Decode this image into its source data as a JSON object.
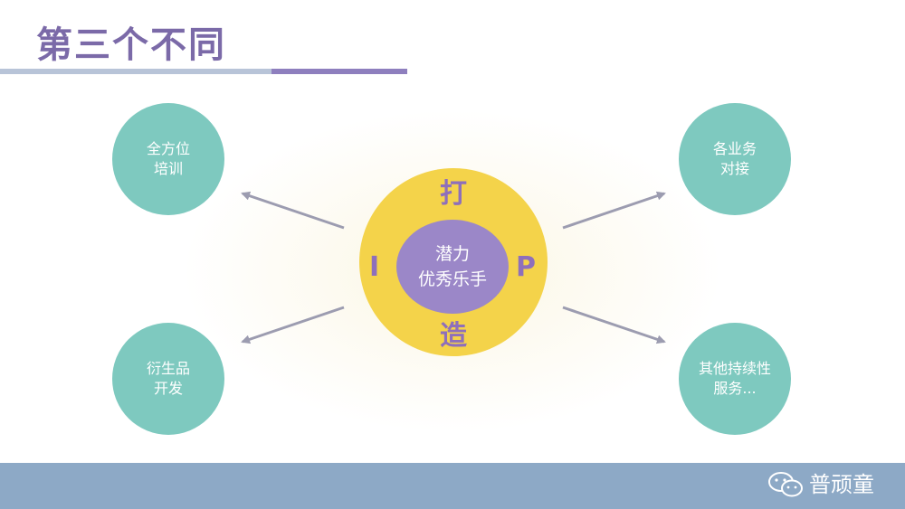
{
  "title": "第三个不同",
  "center": {
    "top": "打",
    "bottom": "造",
    "left": "I",
    "right": "P",
    "inner_line1": "潜力",
    "inner_line2": "优秀乐手"
  },
  "nodes": {
    "top_left": {
      "line1": "全方位",
      "line2": "培训"
    },
    "bottom_left": {
      "line1": "衍生品",
      "line2": "开发"
    },
    "top_right": {
      "line1": "各业务",
      "line2": "对接"
    },
    "bottom_right": {
      "line1": "其他持续性",
      "line2": "服务..."
    }
  },
  "footer": {
    "brand": "普顽童",
    "icon": "wechat-icon"
  },
  "colors": {
    "title": "#7b6aa8",
    "node": "#7ec9bf",
    "outer_ring": "#f4d34a",
    "inner_circle": "#9b87c8",
    "footer": "#8da9c6",
    "arrow": "#9c9cb0"
  }
}
